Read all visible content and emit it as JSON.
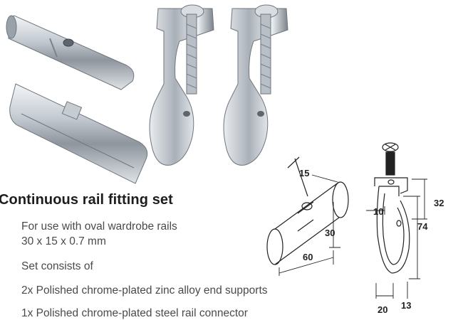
{
  "product": {
    "title": "Continuous rail fitting set",
    "lines": [
      "For use with oval wardrobe rails",
      "30 x 15 x 0.7 mm",
      "Set consists of",
      "2x Polished chrome-plated zinc alloy end supports",
      "1x Polished chrome-plated steel rail connector"
    ]
  },
  "connector_drawing": {
    "dimensions": [
      "15",
      "30",
      "60"
    ]
  },
  "support_drawing": {
    "dimensions": [
      "32",
      "10",
      "74",
      "20",
      "13"
    ]
  },
  "colors": {
    "chrome_light": "#e8ebef",
    "chrome_mid": "#a9b0b8",
    "chrome_dark": "#5d646c"
  }
}
